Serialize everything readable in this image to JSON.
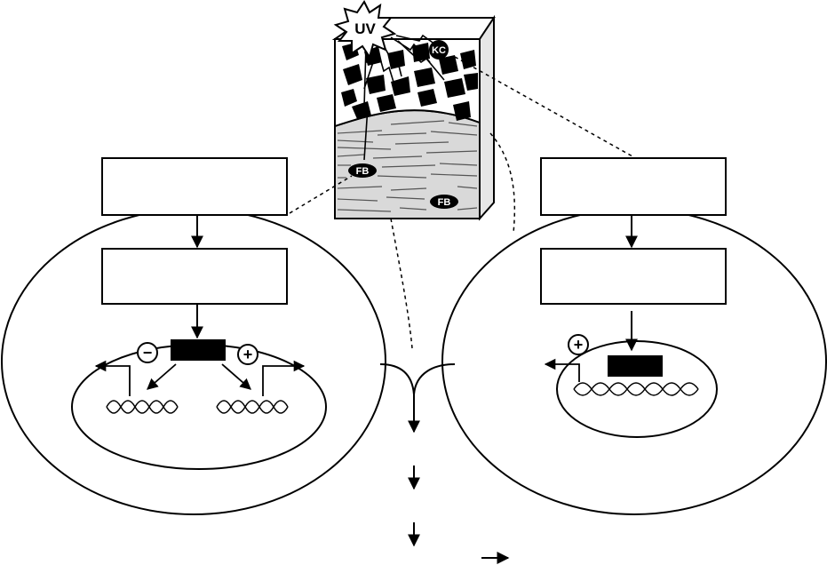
{
  "labels": {
    "uv": "UV",
    "keratinocyte": "KC",
    "fibroblast_upper": "FB",
    "fibroblast_lower": "FB",
    "minus_sign": "−",
    "plus_sign_left": "+",
    "plus_sign_right": "+"
  },
  "colors": {
    "ink": "#000000",
    "paper": "#ffffff",
    "dermis_fill": "#d9d9d9"
  },
  "icons": {
    "uv_burst": "starburst-icon",
    "dna": "double-helix-icon"
  }
}
